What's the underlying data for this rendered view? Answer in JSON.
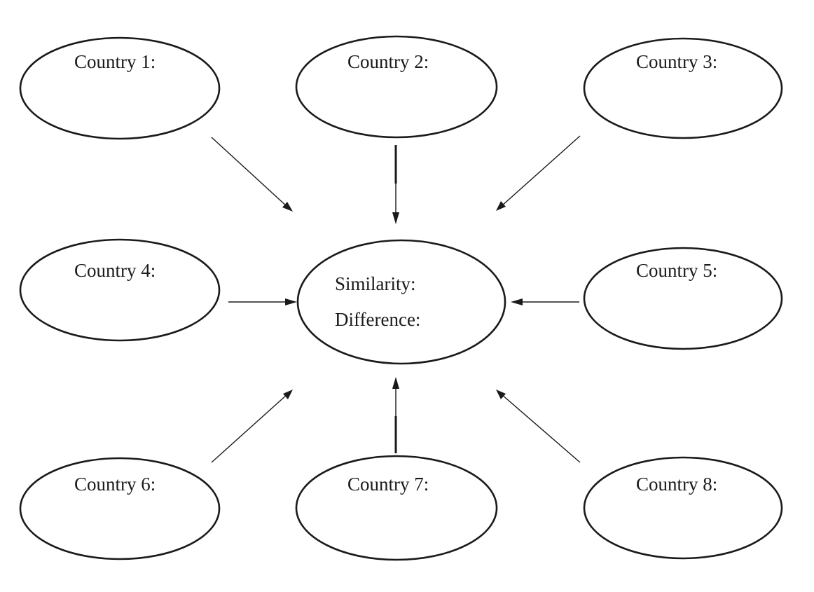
{
  "diagram": {
    "type": "comparison-web",
    "center": {
      "similarity_label": "Similarity:",
      "difference_label": "Difference:"
    },
    "countries": [
      {
        "label": "Country 1:"
      },
      {
        "label": "Country 2:"
      },
      {
        "label": "Country 3:"
      },
      {
        "label": "Country 4:"
      },
      {
        "label": "Country 5:"
      },
      {
        "label": "Country 6:"
      },
      {
        "label": "Country 7:"
      },
      {
        "label": "Country 8:"
      }
    ],
    "edges": [
      {
        "from": "Country 1:",
        "to": "center"
      },
      {
        "from": "Country 2:",
        "to": "center"
      },
      {
        "from": "Country 3:",
        "to": "center"
      },
      {
        "from": "Country 4:",
        "to": "center"
      },
      {
        "from": "Country 5:",
        "to": "center"
      },
      {
        "from": "Country 6:",
        "to": "center"
      },
      {
        "from": "Country 7:",
        "to": "center"
      },
      {
        "from": "Country 8:",
        "to": "center"
      }
    ],
    "colors": {
      "stroke": "#1a1a1a",
      "background": "#ffffff"
    }
  }
}
